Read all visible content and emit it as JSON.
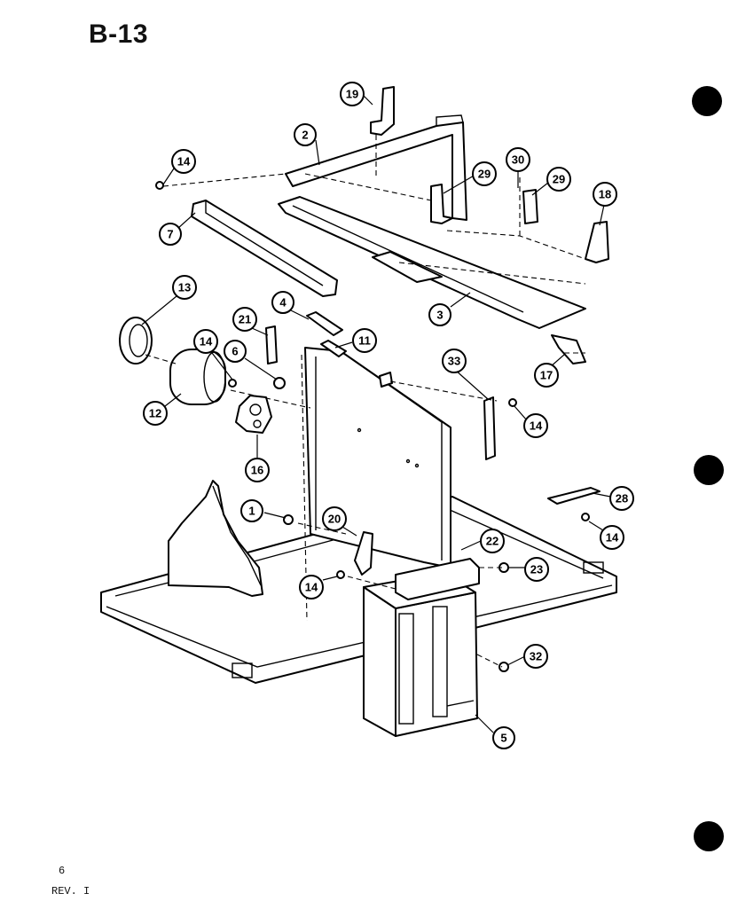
{
  "page": {
    "title": "B-13",
    "page_number": "6",
    "revision": "REV. I"
  },
  "callouts": [
    {
      "id": "c19",
      "label": "19"
    },
    {
      "id": "c2",
      "label": "2"
    },
    {
      "id": "c14a",
      "label": "14"
    },
    {
      "id": "c29a",
      "label": "29"
    },
    {
      "id": "c30",
      "label": "30"
    },
    {
      "id": "c29b",
      "label": "29"
    },
    {
      "id": "c18",
      "label": "18"
    },
    {
      "id": "c7",
      "label": "7"
    },
    {
      "id": "c13",
      "label": "13"
    },
    {
      "id": "c4",
      "label": "4"
    },
    {
      "id": "c21",
      "label": "21"
    },
    {
      "id": "c3",
      "label": "3"
    },
    {
      "id": "c14b",
      "label": "14"
    },
    {
      "id": "c6",
      "label": "6"
    },
    {
      "id": "c11",
      "label": "11"
    },
    {
      "id": "c17",
      "label": "17"
    },
    {
      "id": "c33",
      "label": "33"
    },
    {
      "id": "c12",
      "label": "12"
    },
    {
      "id": "c14c",
      "label": "14"
    },
    {
      "id": "c16",
      "label": "16"
    },
    {
      "id": "c28",
      "label": "28"
    },
    {
      "id": "c1",
      "label": "1"
    },
    {
      "id": "c20",
      "label": "20"
    },
    {
      "id": "c14d",
      "label": "14"
    },
    {
      "id": "c22",
      "label": "22"
    },
    {
      "id": "c14e",
      "label": "14"
    },
    {
      "id": "c23",
      "label": "23"
    },
    {
      "id": "c32",
      "label": "32"
    },
    {
      "id": "c5",
      "label": "5"
    }
  ]
}
